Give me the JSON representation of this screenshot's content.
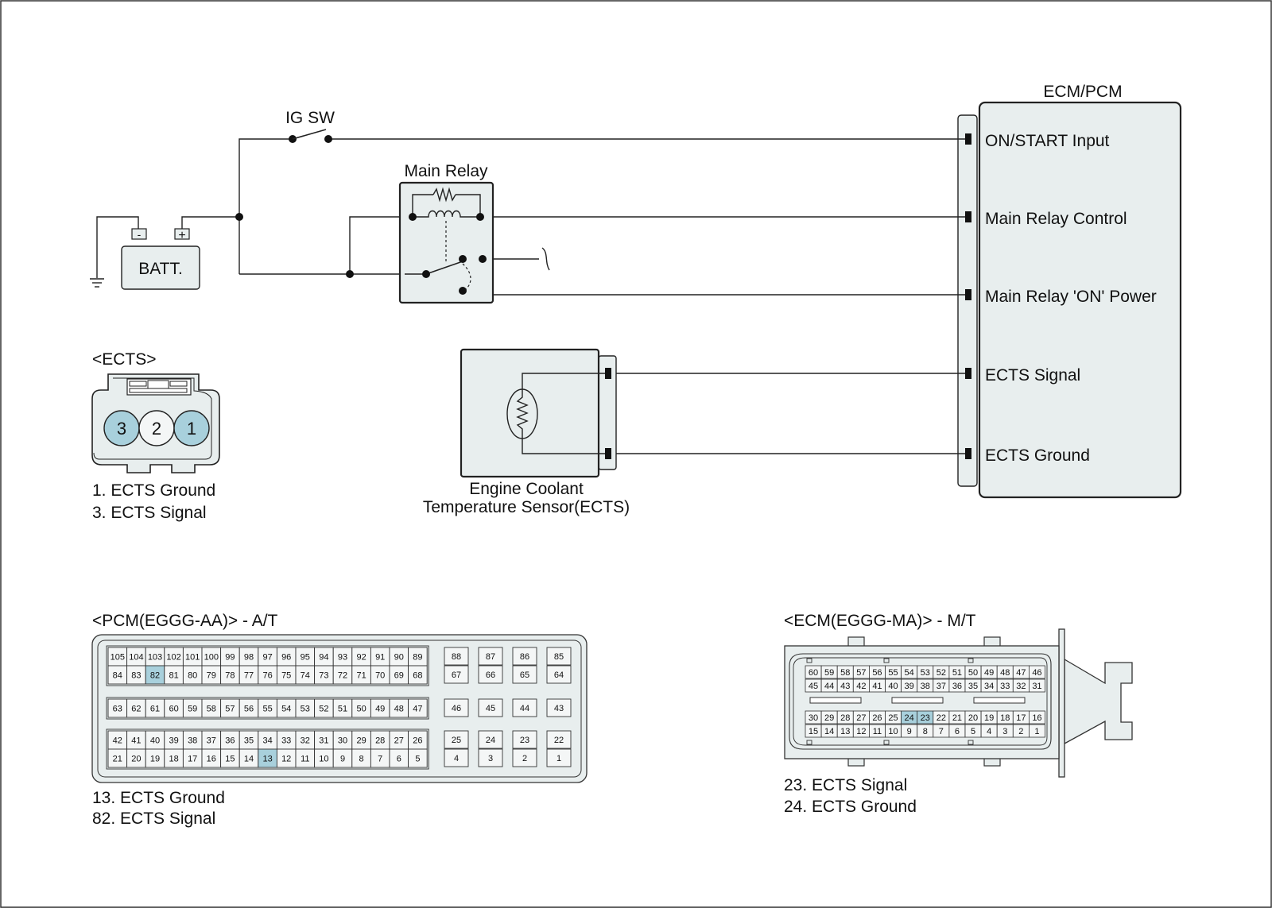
{
  "colors": {
    "panel": "#e8eeee",
    "highlight": "#a8d0dc",
    "line": "#222222"
  },
  "circuit": {
    "ecm_title": "ECM/PCM",
    "ig_sw": "IG SW",
    "main_relay": "Main Relay",
    "battery": "BATT.",
    "battery_minus": "-",
    "battery_plus": "+",
    "ecm_pins": [
      "ON/START Input",
      "Main Relay Control",
      "Main Relay 'ON' Power",
      "ECTS Signal",
      "ECTS Ground"
    ],
    "sensor_line1": "Engine Coolant",
    "sensor_line2": "Temperature Sensor(ECTS)"
  },
  "ects_connector": {
    "title": "<ECTS>",
    "pins": [
      "3",
      "2",
      "1"
    ],
    "highlighted": [
      "3",
      "1"
    ],
    "legend": [
      "1. ECTS Ground",
      "3. ECTS Signal"
    ]
  },
  "pcm_connector": {
    "title": "<PCM(EGGG-AA)> - A/T",
    "rows": [
      [
        "105",
        "104",
        "103",
        "102",
        "101",
        "100",
        "99",
        "98",
        "97",
        "96",
        "95",
        "94",
        "93",
        "92",
        "91",
        "90",
        "89"
      ],
      [
        "84",
        "83",
        "82",
        "81",
        "80",
        "79",
        "78",
        "77",
        "76",
        "75",
        "74",
        "73",
        "72",
        "71",
        "70",
        "69",
        "68"
      ],
      [
        "63",
        "62",
        "61",
        "60",
        "59",
        "58",
        "57",
        "56",
        "55",
        "54",
        "53",
        "52",
        "51",
        "50",
        "49",
        "48",
        "47"
      ],
      [
        "42",
        "41",
        "40",
        "39",
        "38",
        "37",
        "36",
        "35",
        "34",
        "33",
        "32",
        "31",
        "30",
        "29",
        "28",
        "27",
        "26"
      ],
      [
        "21",
        "20",
        "19",
        "18",
        "17",
        "16",
        "15",
        "14",
        "13",
        "12",
        "11",
        "10",
        "9",
        "8",
        "7",
        "6",
        "5"
      ]
    ],
    "side_rows": [
      [
        "88",
        "87",
        "86",
        "85"
      ],
      [
        "67",
        "66",
        "65",
        "64"
      ],
      [
        "46",
        "45",
        "44",
        "43"
      ],
      [
        "25",
        "24",
        "23",
        "22"
      ],
      [
        "4",
        "3",
        "2",
        "1"
      ]
    ],
    "highlighted": [
      "82",
      "13"
    ],
    "legend": [
      "13. ECTS Ground",
      "82. ECTS Signal"
    ]
  },
  "ecm_connector": {
    "title": "<ECM(EGGG-MA)> - M/T",
    "rows": [
      [
        "60",
        "59",
        "58",
        "57",
        "56",
        "55",
        "54",
        "53",
        "52",
        "51",
        "50",
        "49",
        "48",
        "47",
        "46"
      ],
      [
        "45",
        "44",
        "43",
        "42",
        "41",
        "40",
        "39",
        "38",
        "37",
        "36",
        "35",
        "34",
        "33",
        "32",
        "31"
      ],
      [
        "30",
        "29",
        "28",
        "27",
        "26",
        "25",
        "24",
        "23",
        "22",
        "21",
        "20",
        "19",
        "18",
        "17",
        "16"
      ],
      [
        "15",
        "14",
        "13",
        "12",
        "11",
        "10",
        "9",
        "8",
        "7",
        "6",
        "5",
        "4",
        "3",
        "2",
        "1"
      ]
    ],
    "highlighted": [
      "24",
      "23"
    ],
    "legend": [
      "23. ECTS Signal",
      "24. ECTS Ground"
    ]
  }
}
